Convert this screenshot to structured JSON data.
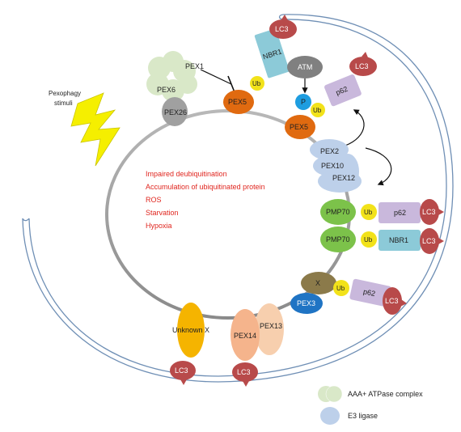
{
  "stimuli": {
    "title_line1": "Pexophagy",
    "title_line2": "stimuli",
    "conditions": [
      "Impaired deubiquitination",
      "Accumulation of ubiquitinated protein",
      "ROS",
      "Starvation",
      "Hypoxia"
    ]
  },
  "proteins": {
    "pex1": "PEX1",
    "pex6": "PEX6",
    "pex26": "PEX26",
    "pex5_top": "PEX5",
    "pex5_right": "PEX5",
    "nbr1_top": "NBR1",
    "nbr1_right": "NBR1",
    "atm": "ATM",
    "p": "P",
    "p62_top": "p62",
    "p62_mid": "p62",
    "p62_bottom": "p62",
    "pex2": "PEX2",
    "pex10": "PEX10",
    "pex12": "PEX12",
    "pmp70_a": "PMP70",
    "pmp70_b": "PMP70",
    "x": "X",
    "pex3": "PEX3",
    "pex14": "PEX14",
    "pex13": "PEX13",
    "unknown_x": "Unknown X"
  },
  "ub_labels": [
    "Ub",
    "Ub",
    "Ub",
    "Ub",
    "Ub"
  ],
  "lc3_labels": [
    "LC3",
    "LC3",
    "LC3",
    "LC3",
    "LC3",
    "LC3",
    "LC3"
  ],
  "legend": {
    "items": [
      {
        "label": "AAA+ ATPase complex"
      },
      {
        "label": "E3 ligase"
      }
    ]
  },
  "colors": {
    "red_text": "#e0261f",
    "membrane": "#9a9a9a",
    "phagophore": "#6f8fb5",
    "lc3": "#b84a4a",
    "ub": "#f2e21a",
    "pex5": "#e06a10",
    "p62": "#c9b8dc",
    "nbr1": "#8ccad8",
    "pmp70": "#7cc24a",
    "e3": "#bdd0ea",
    "aaa": "#d9e8c8",
    "lightning": "#f5ef00",
    "x_protein": "#8b7a4a",
    "pex3": "#1f74c4",
    "unknown_x": "#f5b400",
    "pex14": "#f5b48c",
    "pex13": "#f7cfae"
  }
}
